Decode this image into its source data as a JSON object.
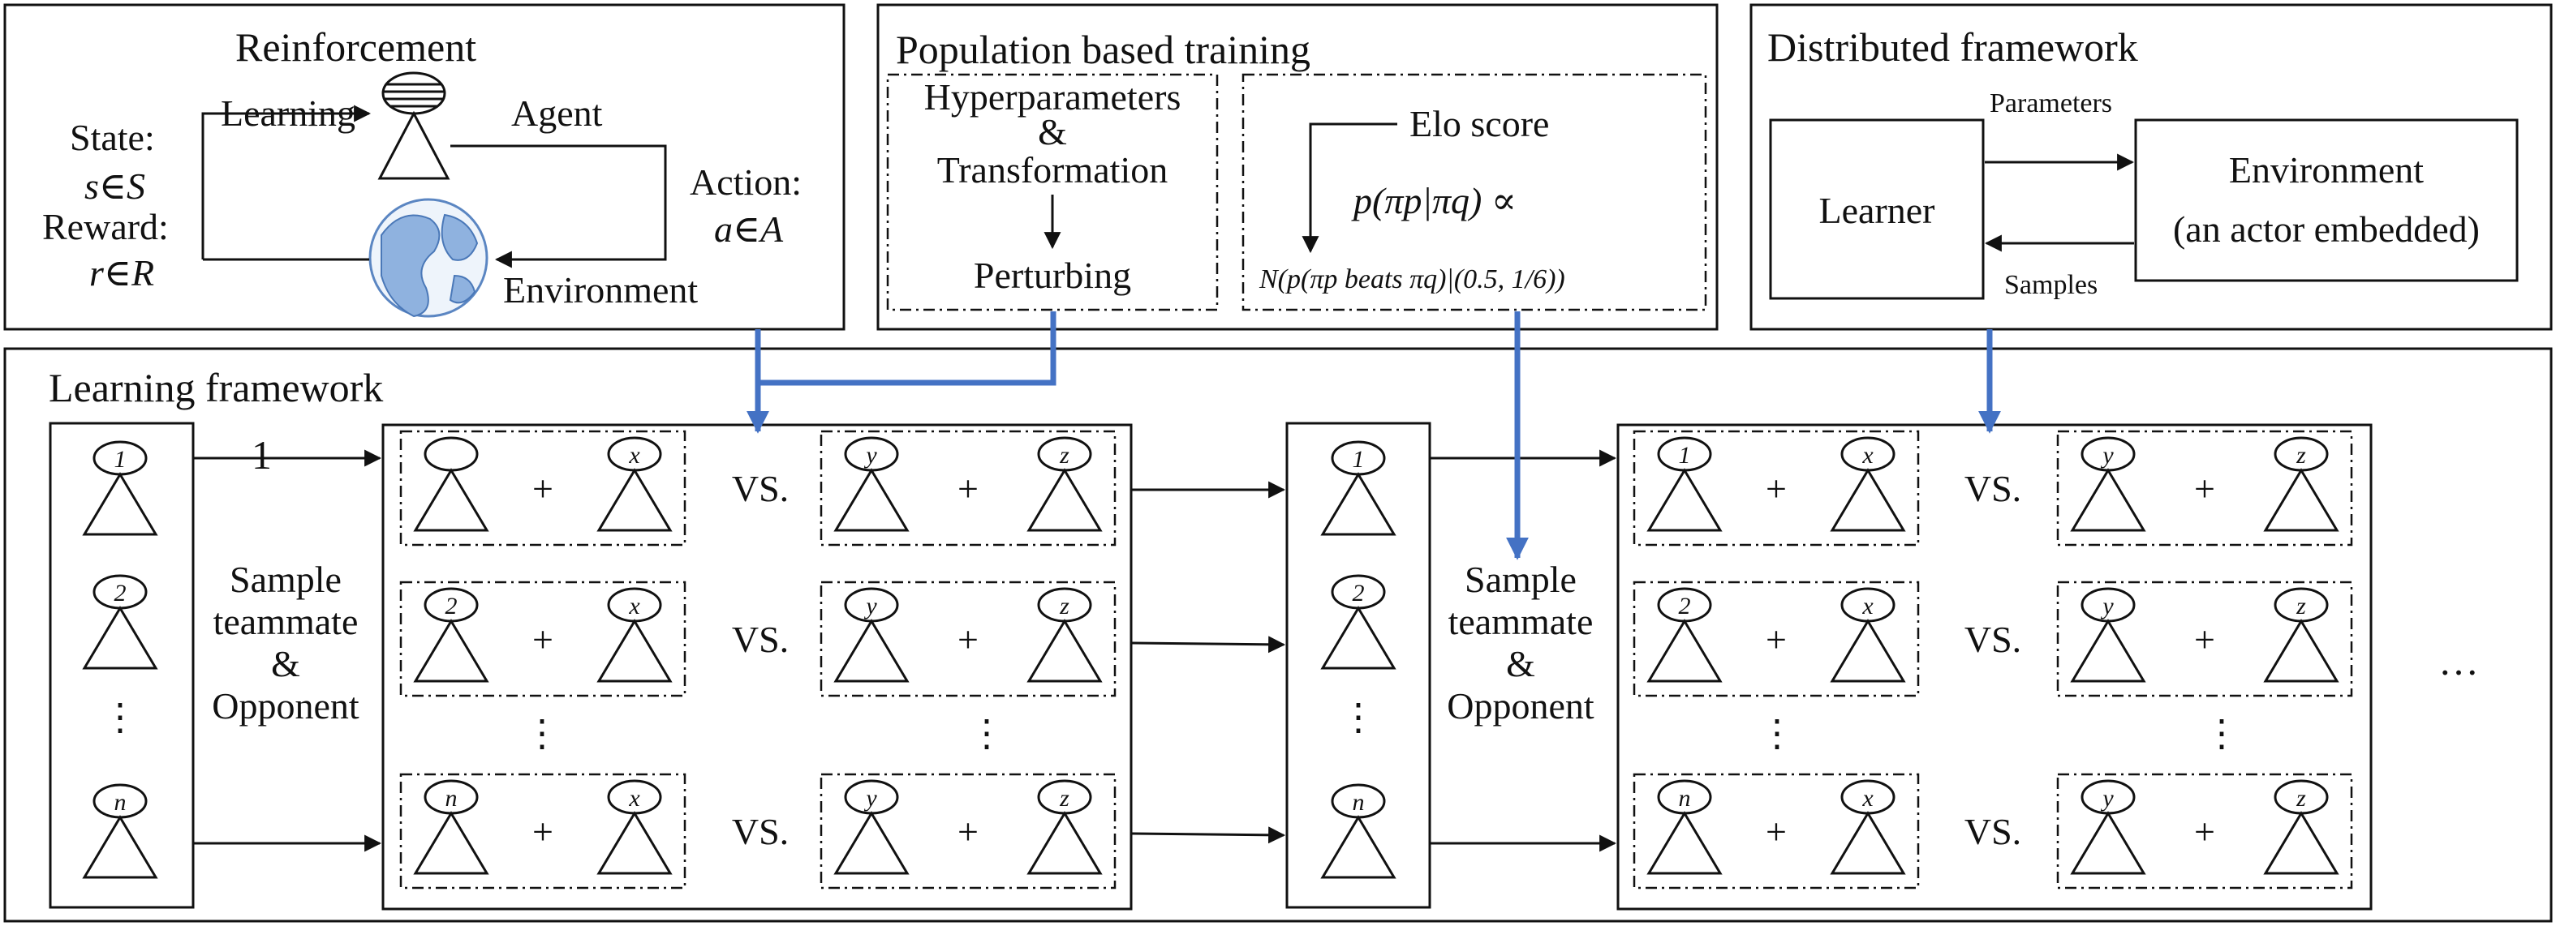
{
  "reinforcement": {
    "title": "Reinforcement",
    "learning": "Learning",
    "agent": "Agent",
    "state": "State:",
    "state_expr": "s∈S",
    "reward": "Reward:",
    "reward_expr": "r∈R",
    "action": "Action:",
    "action_expr": "a∈A",
    "environment": "Environment"
  },
  "pbt": {
    "title": "Population based training",
    "hyper1": "Hyperparameters",
    "hyper2": "&",
    "hyper3": "Transformation",
    "perturbing": "Perturbing",
    "elo": "Elo score",
    "formula1": "p(πp|πq) ∝",
    "formula2": "N(p(πp beats πq)|(0.5, 1/6))"
  },
  "distributed": {
    "title": "Distributed framework",
    "learner": "Learner",
    "environment1": "Environment",
    "environment2": "(an actor embedded)",
    "parameters": "Parameters",
    "samples": "Samples"
  },
  "learning": {
    "title": "Learning framework",
    "arrow_label": "1",
    "sample1": "Sample",
    "sample2": "teammate",
    "sample3": "&",
    "sample4": "Opponent",
    "vs": "VS.",
    "plus": "+",
    "vdots": "⋮",
    "ellipsis": "…",
    "node_labels": {
      "one": "1",
      "two": "2",
      "n": "n",
      "x": "x",
      "y": "y",
      "z": "z",
      "blank": ""
    }
  }
}
